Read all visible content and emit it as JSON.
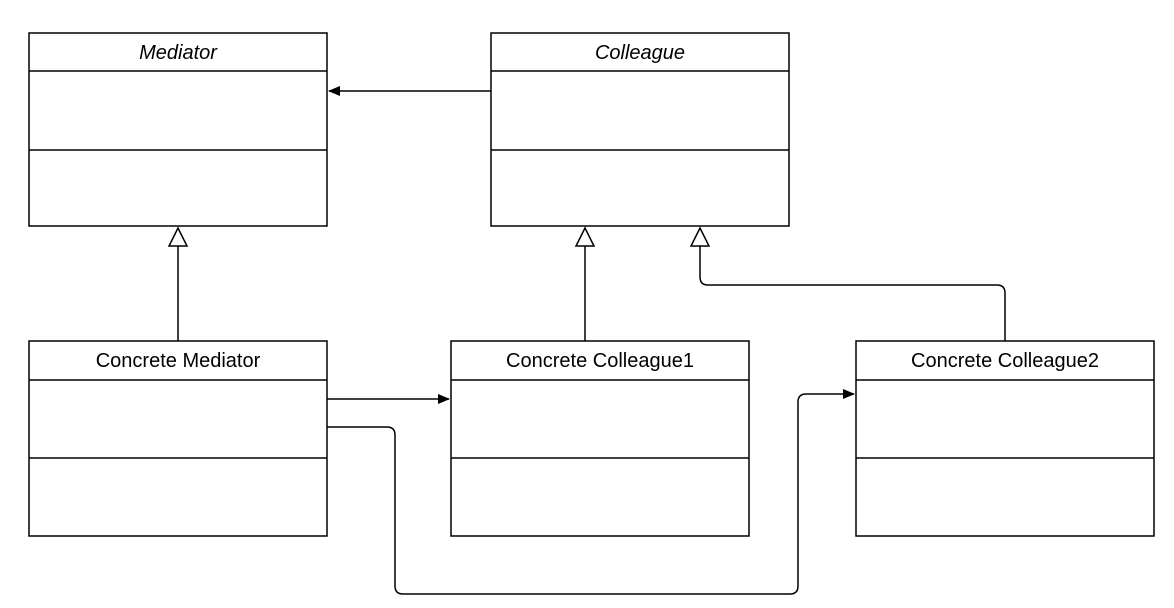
{
  "diagram": {
    "classes": {
      "mediator": {
        "name": "Mediator",
        "abstract": true
      },
      "colleague": {
        "name": "Colleague",
        "abstract": true
      },
      "concrete_mediator": {
        "name": "Concrete Mediator",
        "abstract": false
      },
      "concrete_colleague1": {
        "name": "Concrete Colleague1",
        "abstract": false
      },
      "concrete_colleague2": {
        "name": "Concrete Colleague2",
        "abstract": false
      }
    },
    "relationships": [
      {
        "type": "association",
        "from": "Colleague",
        "to": "Mediator"
      },
      {
        "type": "generalization",
        "from": "Concrete Mediator",
        "to": "Mediator"
      },
      {
        "type": "generalization",
        "from": "Concrete Colleague1",
        "to": "Colleague"
      },
      {
        "type": "generalization",
        "from": "Concrete Colleague2",
        "to": "Colleague"
      },
      {
        "type": "association",
        "from": "Concrete Mediator",
        "to": "Concrete Colleague1"
      },
      {
        "type": "association",
        "from": "Concrete Mediator",
        "to": "Concrete Colleague2"
      }
    ],
    "colors": {
      "stroke": "#000000",
      "fill": "#ffffff"
    }
  }
}
